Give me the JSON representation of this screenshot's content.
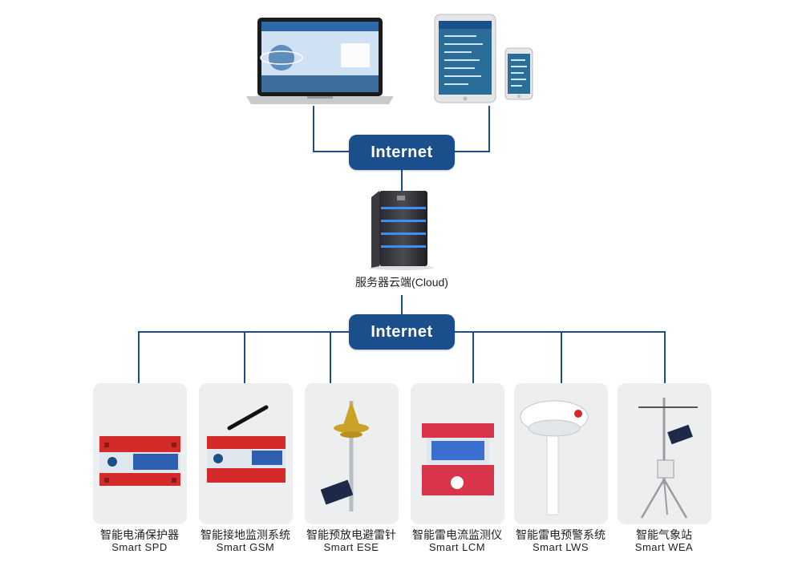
{
  "network": {
    "top_internet_label": "Internet",
    "bottom_internet_label": "Internet",
    "server_caption": "服务器云端(Cloud)",
    "line_color": "#1b4f8c"
  },
  "devices": [
    {
      "name_cn": "智能电涌保护器",
      "name_en": "Smart SPD",
      "icon": "surge-protector-icon"
    },
    {
      "name_cn": "智能接地监测系统",
      "name_en": "Smart GSM",
      "icon": "grounding-monitor-icon"
    },
    {
      "name_cn": "智能预放电避雷针",
      "name_en": "Smart ESE",
      "icon": "lightning-rod-icon"
    },
    {
      "name_cn": "智能雷电流监测仪",
      "name_en": "Smart LCM",
      "icon": "lightning-current-monitor-icon"
    },
    {
      "name_cn": "智能雷电预警系统",
      "name_en": "Smart LWS",
      "icon": "lightning-warning-icon"
    },
    {
      "name_cn": "智能气象站",
      "name_en": "Smart WEA",
      "icon": "weather-station-icon"
    }
  ]
}
